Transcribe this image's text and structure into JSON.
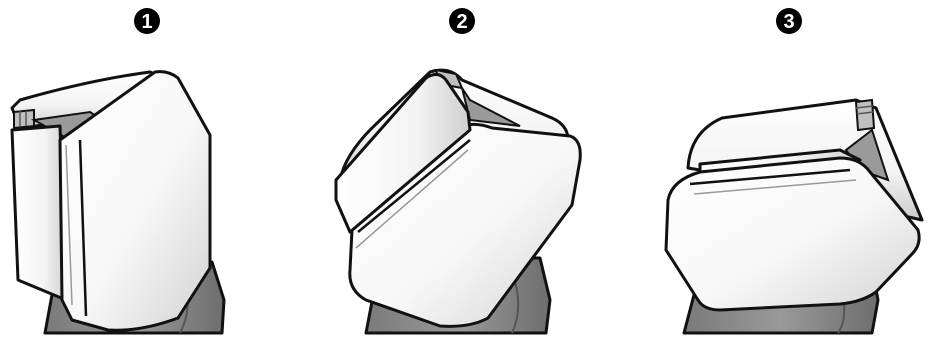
{
  "steps": [
    {
      "number": "1"
    },
    {
      "number": "2"
    },
    {
      "number": "3"
    }
  ],
  "colors": {
    "outline": "#111111",
    "panel_white": "#ffffff",
    "panel_shade": "#dcdcdc",
    "stand_gray": "#8c8c8c",
    "stand_dark": "#6b6b6b",
    "inner_gray": "#9a9a9a",
    "badge_fill": "#000000",
    "badge_text": "#ffffff"
  }
}
